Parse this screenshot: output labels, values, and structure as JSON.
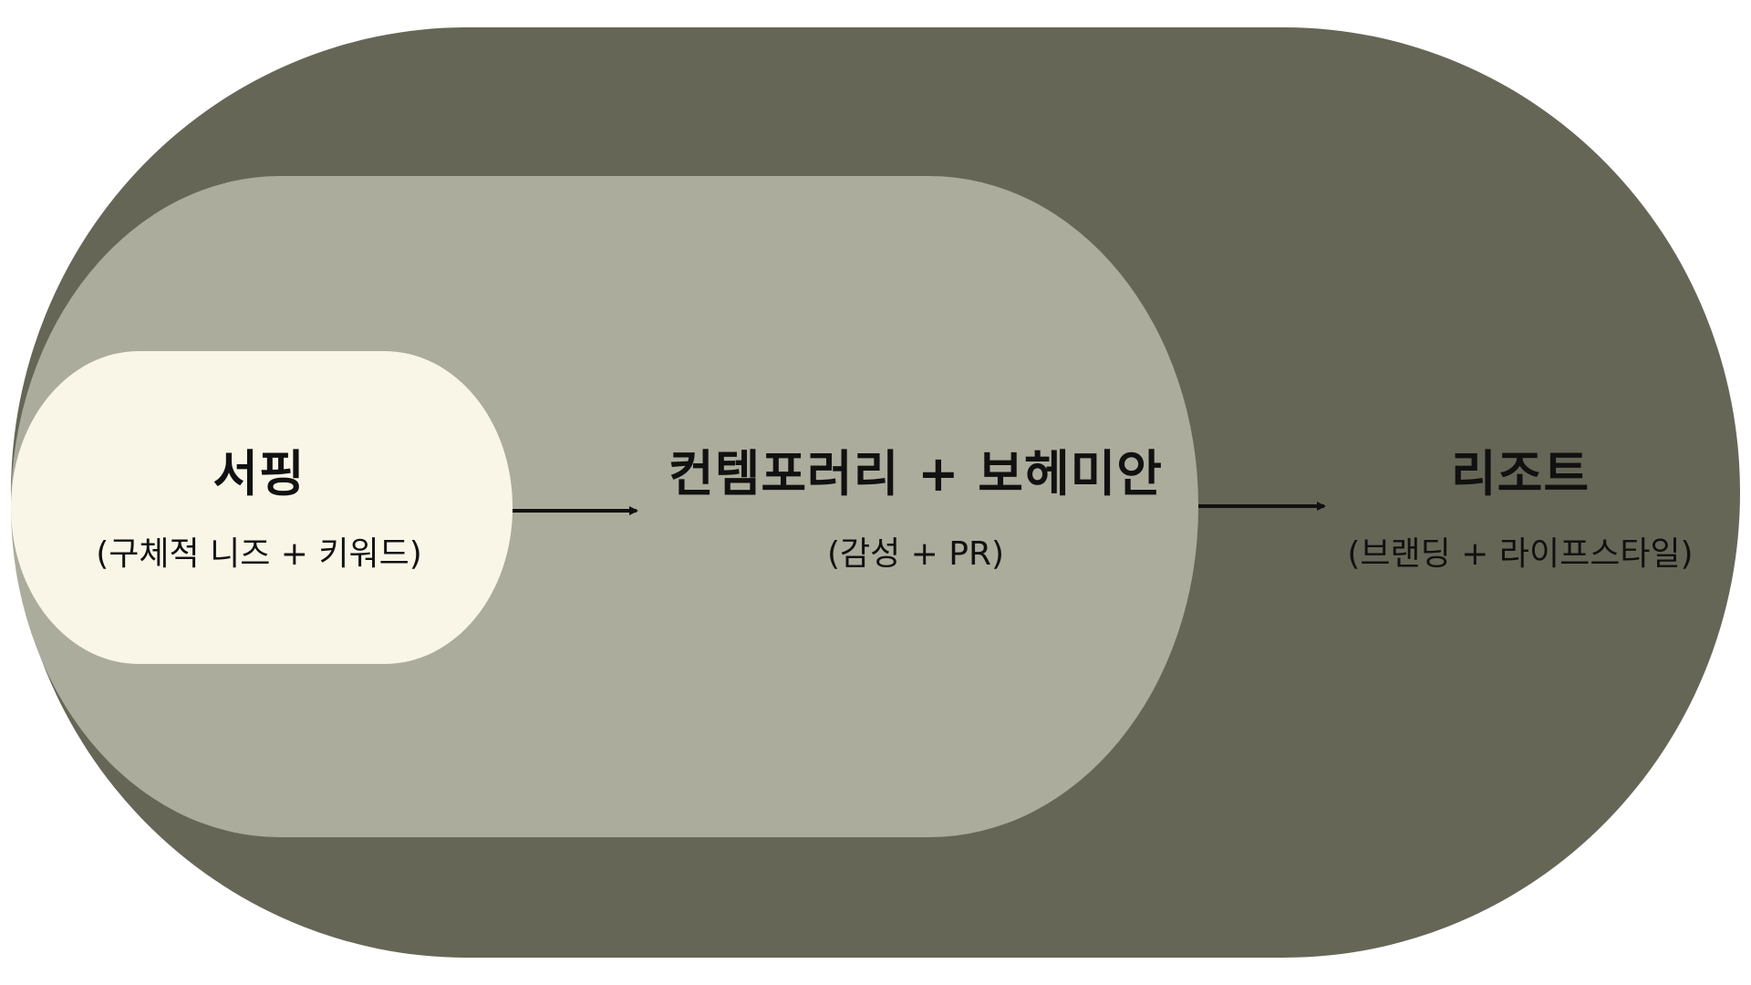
{
  "colors": {
    "outer": "#666657",
    "middle": "#ABAC9B",
    "inner": "#F9F6E7",
    "text": "#111111",
    "arrow": "#111111"
  },
  "stages": [
    {
      "title": "서핑",
      "subtitle": "(구체적 니즈 + 키워드)"
    },
    {
      "title": "컨템포러리 + 보헤미안",
      "subtitle": "(감성 + PR)"
    },
    {
      "title": "리조트",
      "subtitle": "(브랜딩 + 라이프스타일)"
    }
  ]
}
